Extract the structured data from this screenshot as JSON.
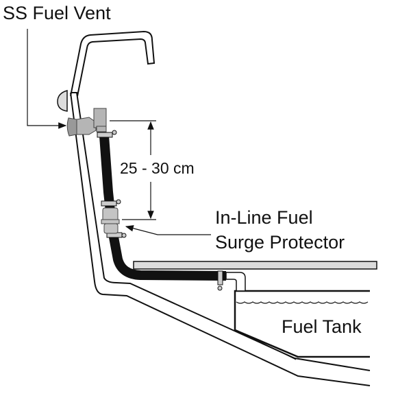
{
  "labels": {
    "vent": "SS Fuel Vent",
    "dimension": "25 - 30 cm",
    "surge_line1": "In-Line Fuel",
    "surge_line2": "Surge Protector",
    "tank": "Fuel Tank"
  },
  "colors": {
    "hose": "#111111",
    "fitting": "#b5b5b5",
    "deck": "#dcdcdc"
  }
}
